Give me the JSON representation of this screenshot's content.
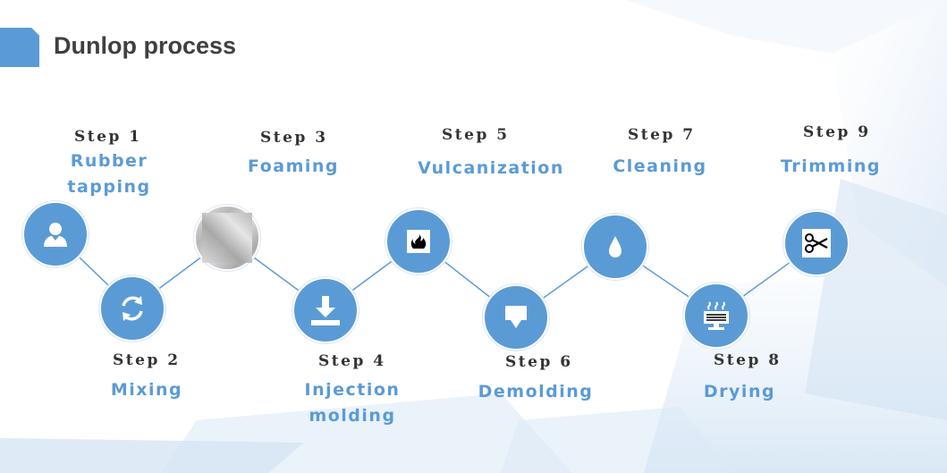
{
  "title": "Dunlop process",
  "colors": {
    "accent": "#5b9bd5",
    "title": "#404040",
    "step_label": "#333333",
    "connector": "#5b9bd5"
  },
  "steps": [
    {
      "label": "Step 1",
      "name_lines": [
        "Rubber",
        "tapping"
      ],
      "icon": "person-icon"
    },
    {
      "label": "Step 2",
      "name_lines": [
        "Mixing"
      ],
      "icon": "cycle-arrows-icon"
    },
    {
      "label": "Step 3",
      "name_lines": [
        "Foaming"
      ],
      "icon": "foam-texture-image"
    },
    {
      "label": "Step 4",
      "name_lines": [
        "Injection",
        "molding"
      ],
      "icon": "download-arrow-icon"
    },
    {
      "label": "Step 5",
      "name_lines": [
        "Vulcanization"
      ],
      "icon": "flame-icon"
    },
    {
      "label": "Step 6",
      "name_lines": [
        "Demolding"
      ],
      "icon": "mold-arrow-icon"
    },
    {
      "label": "Step 7",
      "name_lines": [
        "Cleaning"
      ],
      "icon": "water-drop-icon"
    },
    {
      "label": "Step 8",
      "name_lines": [
        "Drying"
      ],
      "icon": "heater-icon"
    },
    {
      "label": "Step 9",
      "name_lines": [
        "Trimming"
      ],
      "icon": "scissors-icon"
    }
  ]
}
